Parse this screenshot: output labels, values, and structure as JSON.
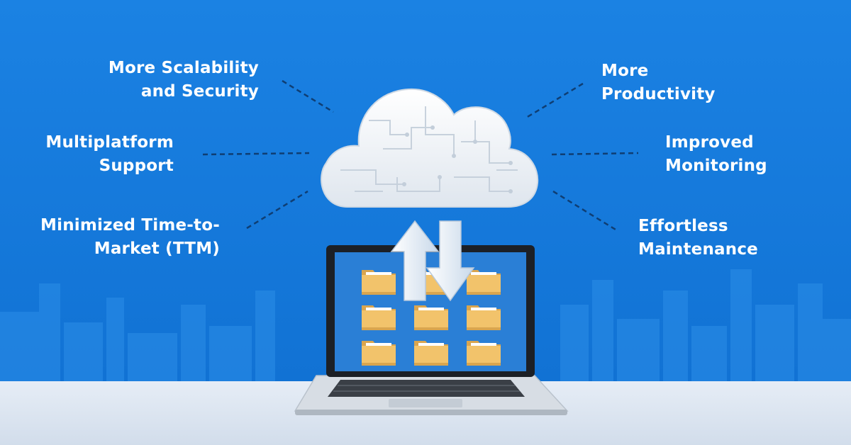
{
  "colors": {
    "background": "#1a7fe0",
    "floor": "#dfe8f3",
    "connector": "#0f3e73",
    "label": "#ffffff",
    "folder": "#f2c36b",
    "laptop_screen": "#2a7fd6",
    "cloud": "#f2f5f8"
  },
  "benefits": {
    "left": [
      {
        "lines": [
          "More Scalability",
          "and Security"
        ]
      },
      {
        "lines": [
          "Multiplatform",
          "Support"
        ]
      },
      {
        "lines": [
          "Minimized Time-to-",
          "Market (TTM)"
        ]
      }
    ],
    "right": [
      {
        "lines": [
          "More",
          "Productivity"
        ]
      },
      {
        "lines": [
          "Improved",
          "Monitoring"
        ]
      },
      {
        "lines": [
          "Effortless",
          "Maintenance"
        ]
      }
    ]
  },
  "icons": {
    "cloud": "circuit-cloud-icon",
    "upload": "upload-arrow-icon",
    "download": "download-arrow-icon",
    "folder": "folder-icon",
    "laptop": "laptop-icon"
  },
  "laptop": {
    "folder_count": 9
  }
}
